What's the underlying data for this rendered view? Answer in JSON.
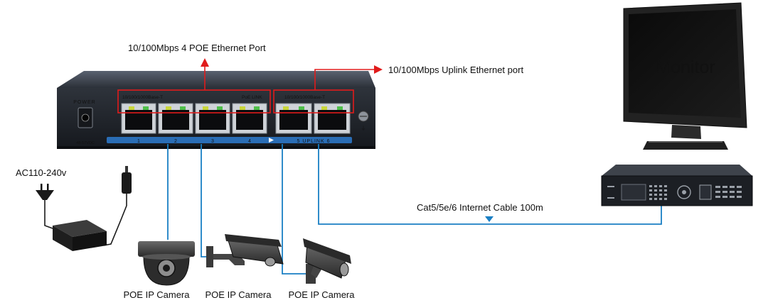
{
  "labels": {
    "poe_ports": "10/100Mbps 4 POE Ethernet Port",
    "uplink_port": "10/100Mbps Uplink Ethernet port",
    "monitor": "Monitor",
    "power_input": "AC110-240v",
    "cable": "Cat5/5e/6 Internet Cable 100m",
    "camera_1": "POE IP Camera",
    "camera_2": "POE IP Camera",
    "camera_3": "POE IP Camera"
  },
  "switch_panel": {
    "power": "POWER",
    "dc_spec": "48-57VDC",
    "poe_group": "10/100/1000Base-T",
    "poe_link": "PoE  LINK",
    "uplink_group": "10/100/1000Base-T",
    "port_1": "1",
    "port_2": "2",
    "port_3": "3",
    "port_4": "4",
    "uplink_ports": "5  UPLINK  6"
  },
  "colors": {
    "callout": "#e11b1b",
    "cable": "#1a7fc4",
    "switch_body": "#22262d",
    "port_strip": "#2a6db5"
  }
}
